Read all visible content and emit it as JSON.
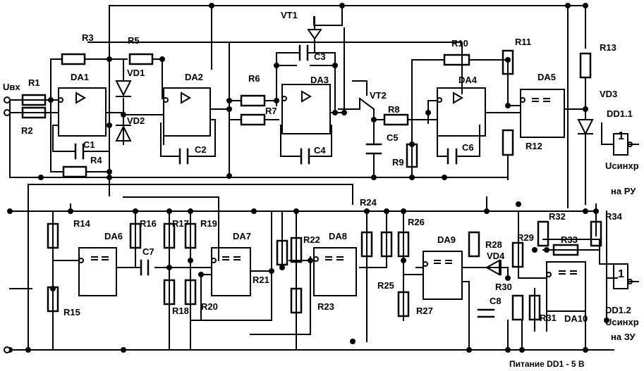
{
  "labels": {
    "uin": "Uвх",
    "r1": "R1",
    "r2": "R2",
    "r3": "R3",
    "r4": "R4",
    "r5": "R5",
    "r6": "R6",
    "r7": "R7",
    "r8": "R8",
    "r9": "R9",
    "r10": "R10",
    "r11": "R11",
    "r12": "R12",
    "r13": "R13",
    "r14": "R14",
    "r15": "R15",
    "r16": "R16",
    "r17": "R17",
    "r18": "R18",
    "r19": "R19",
    "r20": "R20",
    "r21": "R21",
    "r22": "R22",
    "r23": "R23",
    "r24": "R24",
    "r25": "R25",
    "r26": "R26",
    "r27": "R27",
    "r28": "R28",
    "r29": "R29",
    "r30": "R30",
    "r31": "R31",
    "r32": "R32",
    "r33": "R33",
    "r34": "R34",
    "c1": "C1",
    "c2": "C2",
    "c3": "C3",
    "c4": "C4",
    "c5": "C5",
    "c6": "C6",
    "c7": "C7",
    "c8": "C8",
    "vd1": "VD1",
    "vd2": "VD2",
    "vd3": "VD3",
    "vd4": "VD4",
    "vt1": "VT1",
    "vt2": "VT2",
    "da1": "DA1",
    "da2": "DA2",
    "da3": "DA3",
    "da4": "DA4",
    "da5": "DA5",
    "da6": "DA6",
    "da7": "DA7",
    "da8": "DA8",
    "da9": "DA9",
    "da10": "DA10",
    "dd11": "DD1.1",
    "dd12": "DD1.2",
    "sync_ru_1": "Uсинхр",
    "sync_ru_2": "на РУ",
    "sync_zu_1": "Uсинхр",
    "sync_zu_2": "на ЗУ",
    "power": "Питание DD1 - 5 В",
    "dd_one": "1"
  }
}
